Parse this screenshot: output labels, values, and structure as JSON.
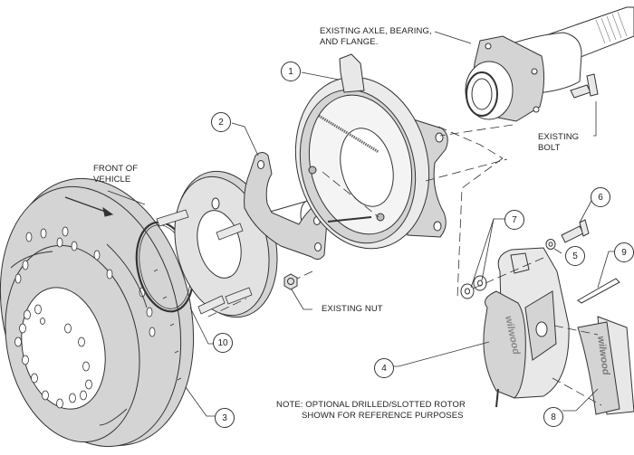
{
  "diagram": {
    "type": "exploded-assembly",
    "subject": "rear disc brake kit with parking brake",
    "colors": {
      "line": "#333333",
      "part_fill": "#d4d4d4",
      "part_fill_light": "#ebebeb",
      "background": "#ffffff"
    },
    "labels": {
      "axle": "EXISTING AXLE, BEARING,",
      "axle_line2": "AND FLANGE.",
      "bolt": "EXISTING",
      "bolt_line2": "BOLT",
      "front": "FRONT OF",
      "front_line2": "VEHICLE",
      "nut": "EXISTING NUT",
      "note": "NOTE: OPTIONAL DRILLED/SLOTTED ROTOR",
      "note_line2": "SHOWN FOR REFERENCE PURPOSES"
    },
    "callouts": [
      {
        "number": "1",
        "part": "parking brake / bracket assembly"
      },
      {
        "number": "2",
        "part": "caliper mounting bracket"
      },
      {
        "number": "3",
        "part": "rotor"
      },
      {
        "number": "4",
        "part": "caliper"
      },
      {
        "number": "5",
        "part": "washer"
      },
      {
        "number": "6",
        "part": "bolt"
      },
      {
        "number": "7",
        "part": "shims / washers"
      },
      {
        "number": "8",
        "part": "brake pads"
      },
      {
        "number": "9",
        "part": "cotter pin"
      },
      {
        "number": "10",
        "part": "centering ring"
      }
    ],
    "brand_marks": [
      "wilwood",
      "wilwood"
    ]
  }
}
